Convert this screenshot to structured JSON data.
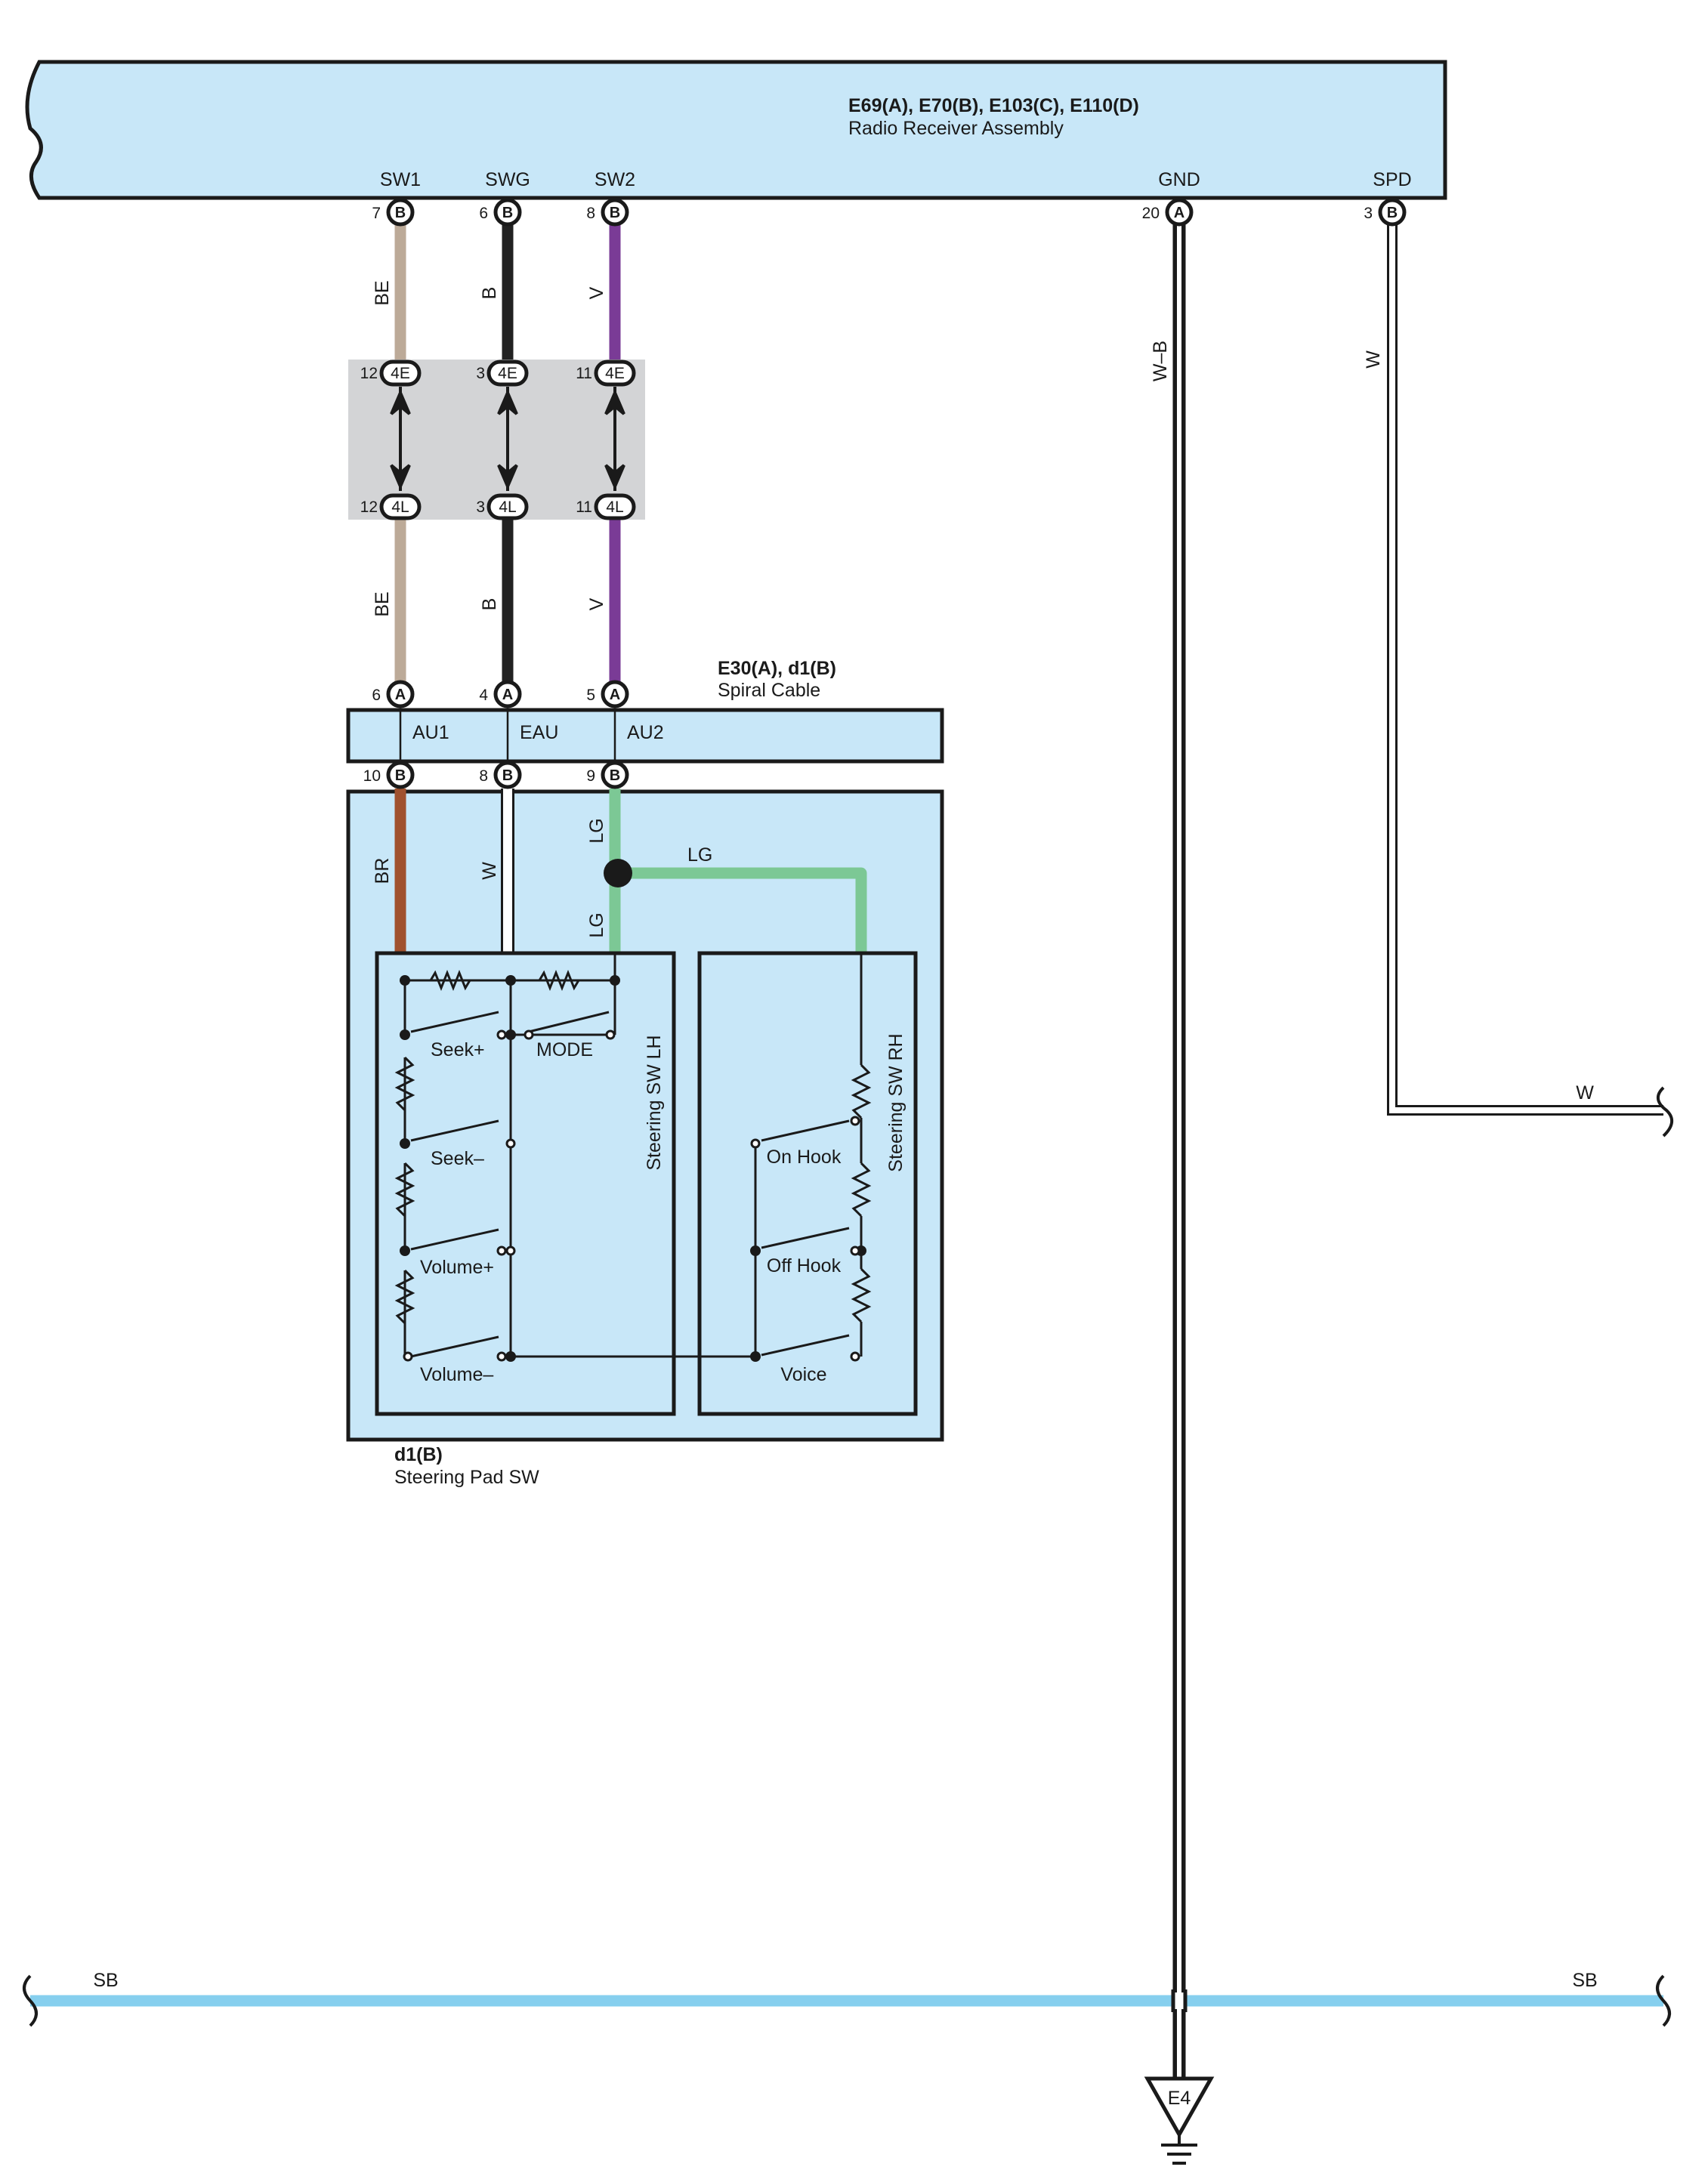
{
  "colors": {
    "panel_fill": "#c8e7f8",
    "connector_block": "#d3d4d6",
    "wire_BE": "#bcaa98",
    "wire_B": "#222222",
    "wire_V": "#7a3b96",
    "wire_BR": "#a0512e",
    "wire_W": "#ffffff",
    "wire_LG": "#7cc895",
    "wire_SB": "#86cfee"
  },
  "radio": {
    "codes": "E69(A), E70(B), E103(C), E110(D)",
    "name": "Radio Receiver Assembly",
    "terminals": [
      {
        "name": "SW1",
        "pin": "7",
        "conn": "B"
      },
      {
        "name": "SWG",
        "pin": "6",
        "conn": "B"
      },
      {
        "name": "SW2",
        "pin": "8",
        "conn": "B"
      },
      {
        "name": "GND",
        "pin": "20",
        "conn": "A"
      },
      {
        "name": "SPD",
        "pin": "3",
        "conn": "B"
      }
    ]
  },
  "upper_wires": [
    {
      "label": "BE",
      "color": "wire_BE"
    },
    {
      "label": "B",
      "color": "wire_B"
    },
    {
      "label": "V",
      "color": "wire_V"
    }
  ],
  "junction": {
    "top": [
      {
        "pin": "12",
        "conn": "4E"
      },
      {
        "pin": "3",
        "conn": "4E"
      },
      {
        "pin": "11",
        "conn": "4E"
      }
    ],
    "bottom": [
      {
        "pin": "12",
        "conn": "4L"
      },
      {
        "pin": "3",
        "conn": "4L"
      },
      {
        "pin": "11",
        "conn": "4L"
      }
    ]
  },
  "lower_wires": [
    {
      "label": "BE"
    },
    {
      "label": "B"
    },
    {
      "label": "V"
    }
  ],
  "spiral": {
    "codes": "E30(A), d1(B)",
    "name": "Spiral Cable",
    "top_pins": [
      {
        "pin": "6",
        "conn": "A"
      },
      {
        "pin": "4",
        "conn": "A"
      },
      {
        "pin": "5",
        "conn": "A"
      }
    ],
    "terminals": [
      "AU1",
      "EAU",
      "AU2"
    ],
    "bottom_pins": [
      {
        "pin": "10",
        "conn": "B"
      },
      {
        "pin": "8",
        "conn": "B"
      },
      {
        "pin": "9",
        "conn": "B"
      }
    ]
  },
  "pad_wires": {
    "br": "BR",
    "w": "W",
    "lg_upper": "LG",
    "lg_lower": "LG",
    "lg_branch": "LG"
  },
  "steering_lh": {
    "name": "Steering SW LH",
    "switches": [
      "Seek+",
      "MODE",
      "Seek–",
      "Volume+",
      "Volume–"
    ]
  },
  "steering_rh": {
    "name": "Steering SW RH",
    "switches": [
      "On Hook",
      "Off Hook",
      "Voice"
    ]
  },
  "steering_pad": {
    "code": "d1(B)",
    "name": "Steering Pad SW"
  },
  "gnd_wire": {
    "label": "W–B"
  },
  "spd_wire": {
    "label": "W",
    "label_right": "W"
  },
  "sb_bus": {
    "left": "SB",
    "right": "SB"
  },
  "ground": {
    "label": "E4"
  }
}
